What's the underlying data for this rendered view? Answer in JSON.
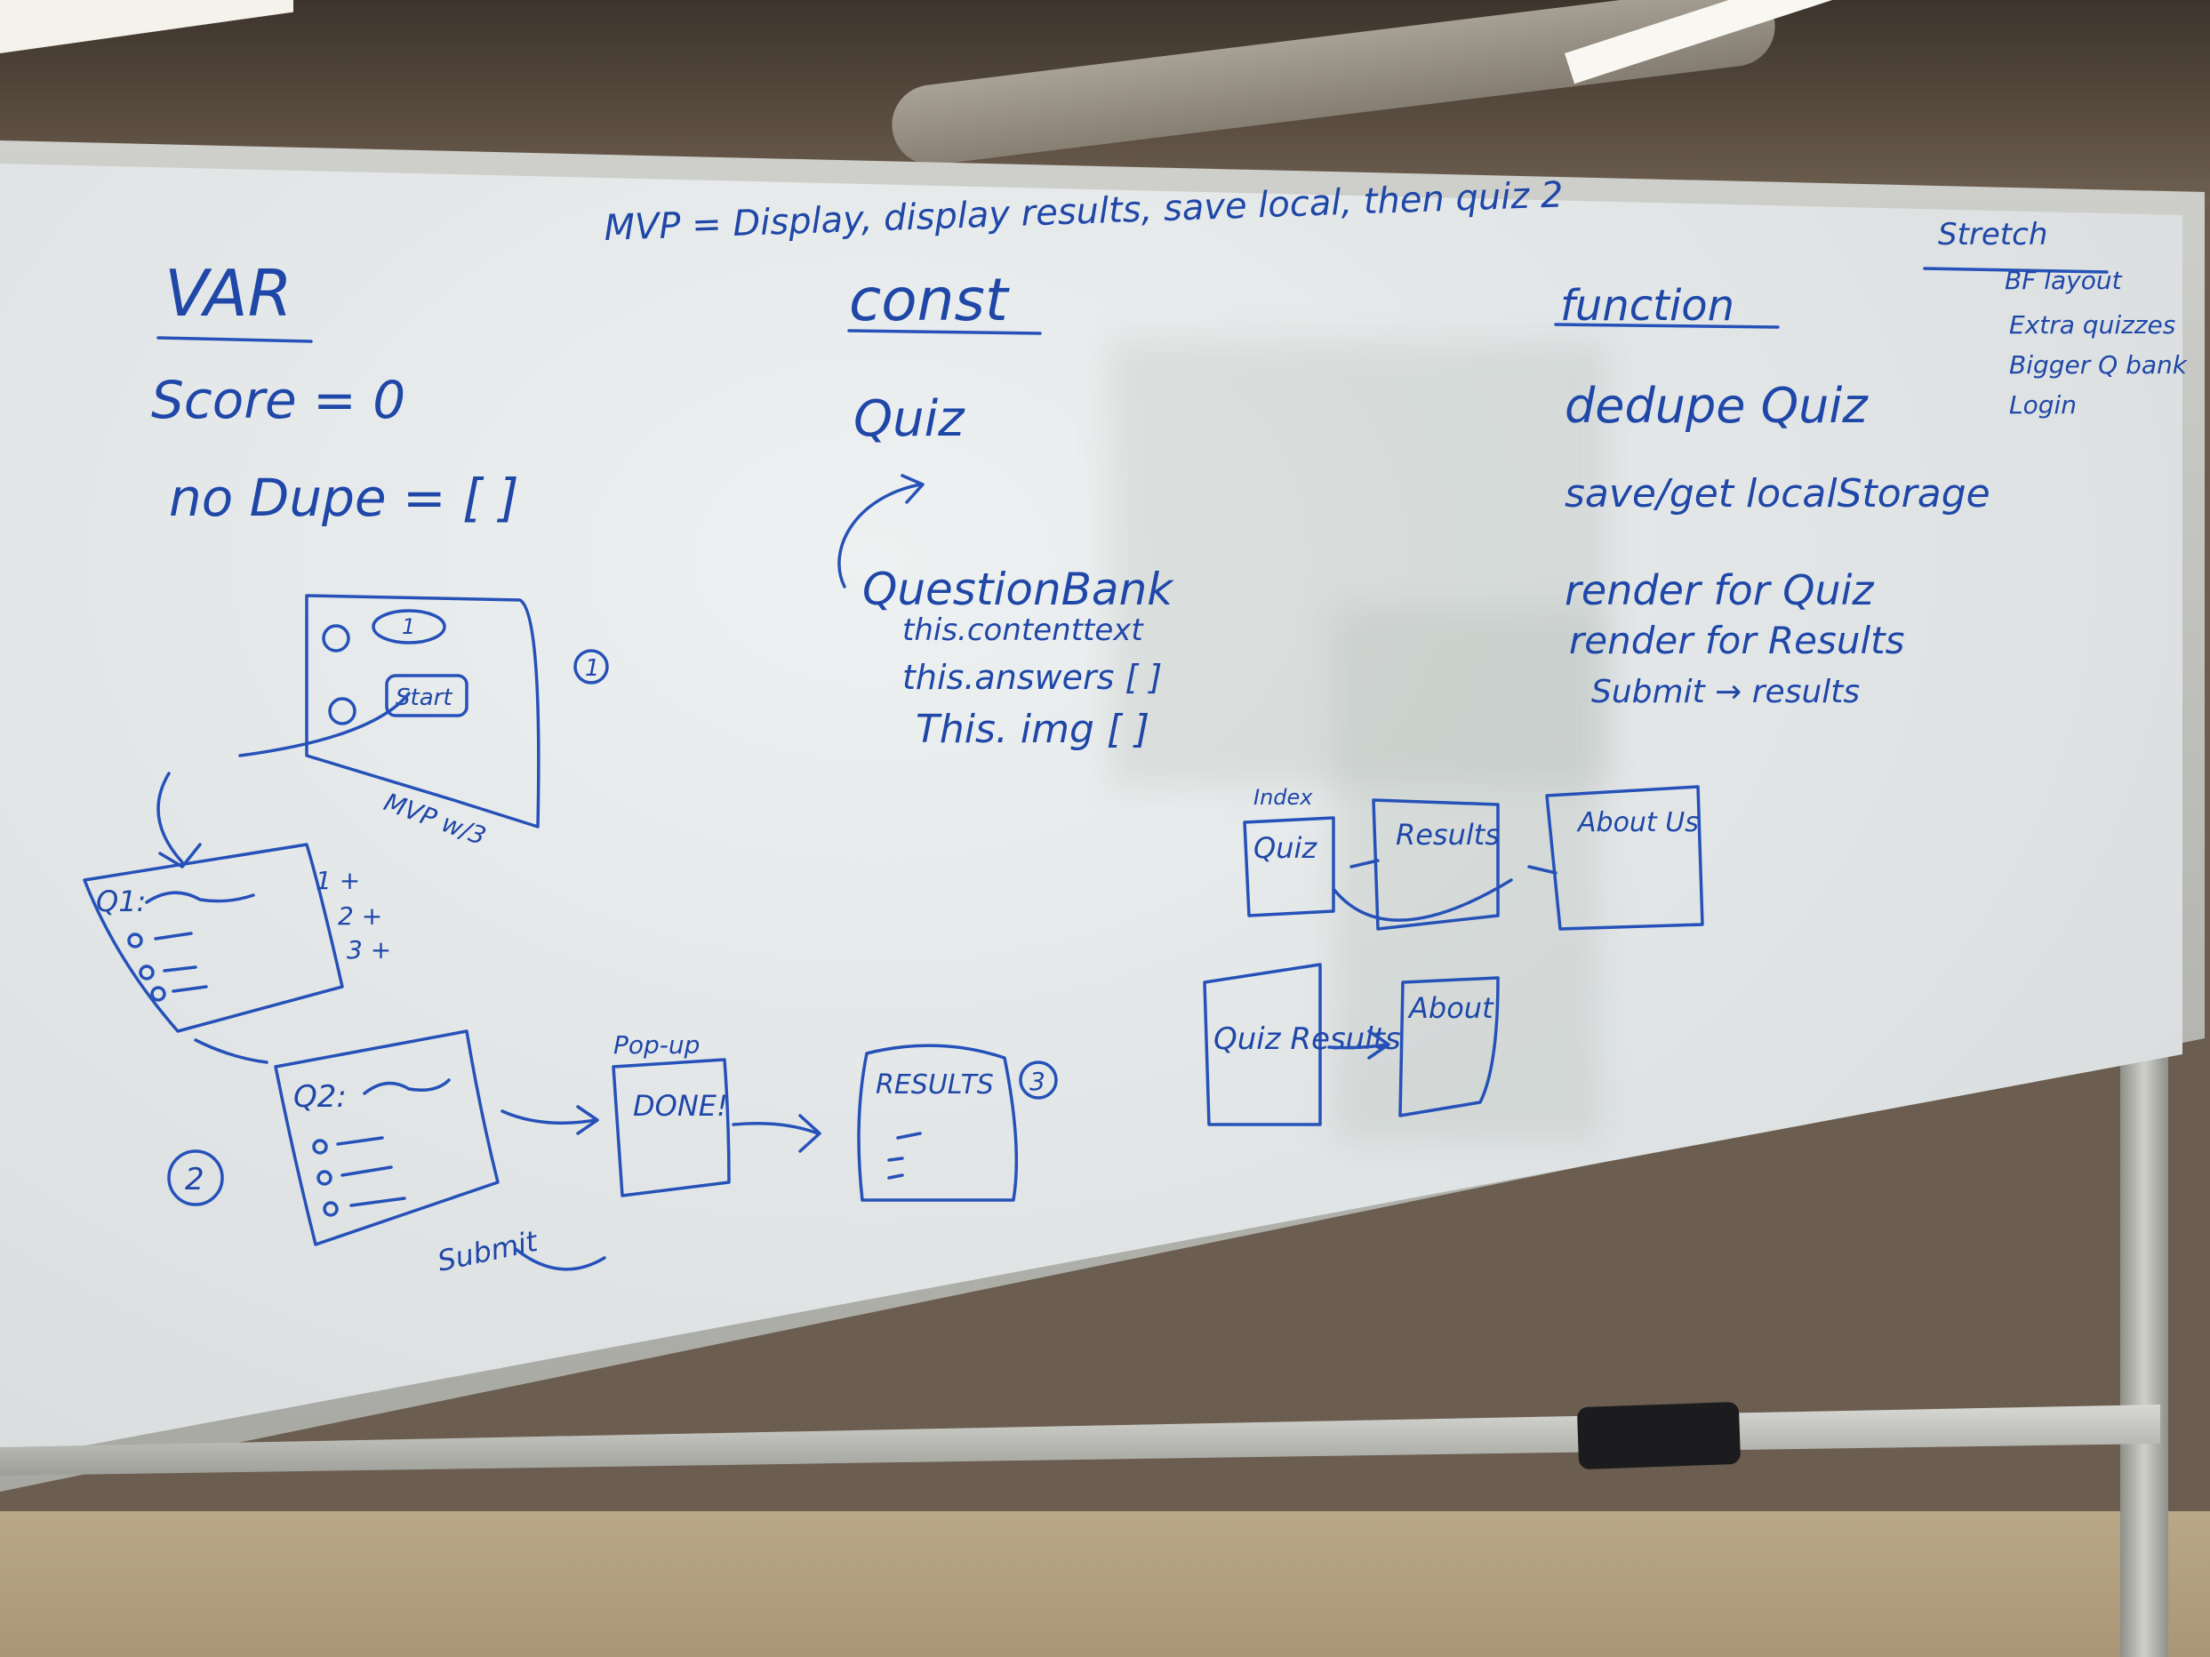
{
  "scene": {
    "ink_color": "#1f47a8",
    "board_color": "#e4e8e9"
  },
  "header": {
    "mvp": "MVP = Display, display results, save local, then quiz 2"
  },
  "var_section": {
    "title": "VAR",
    "lines": [
      "Score = 0",
      "no Dupe = [ ]"
    ]
  },
  "const_section": {
    "title": "const",
    "items": [
      "Quiz",
      "QuestionBank"
    ],
    "props": [
      "this.contenttext",
      "this.answers [ ]",
      "This. img [ ]"
    ]
  },
  "function_section": {
    "title": "function",
    "items": [
      "dedupe Quiz",
      "save/get localStorage",
      "render for Quiz",
      "render for Results",
      "Submit → results"
    ]
  },
  "stretch_section": {
    "title": "Stretch",
    "items": [
      "BF layout",
      "Extra quizzes",
      "Bigger Q bank",
      "Login"
    ]
  },
  "sketch": {
    "start_label": "Start",
    "mvp_label": "MVP w/3",
    "q1_label": "Q1:",
    "q2_label": "Q2:",
    "submit_label": "Submit",
    "popup_label": "Pop-up",
    "done_label": "DONE!",
    "results_label": "RESULTS",
    "numbers": [
      "1",
      "2",
      "3",
      "1",
      "1 +",
      "2 +",
      "3 +"
    ]
  },
  "pages_flow": {
    "index_label": "Index",
    "quiz_label": "Quiz",
    "results_label": "Results",
    "about_label": "About Us",
    "quiz_results_label": "Quiz Results",
    "about2_label": "About"
  }
}
